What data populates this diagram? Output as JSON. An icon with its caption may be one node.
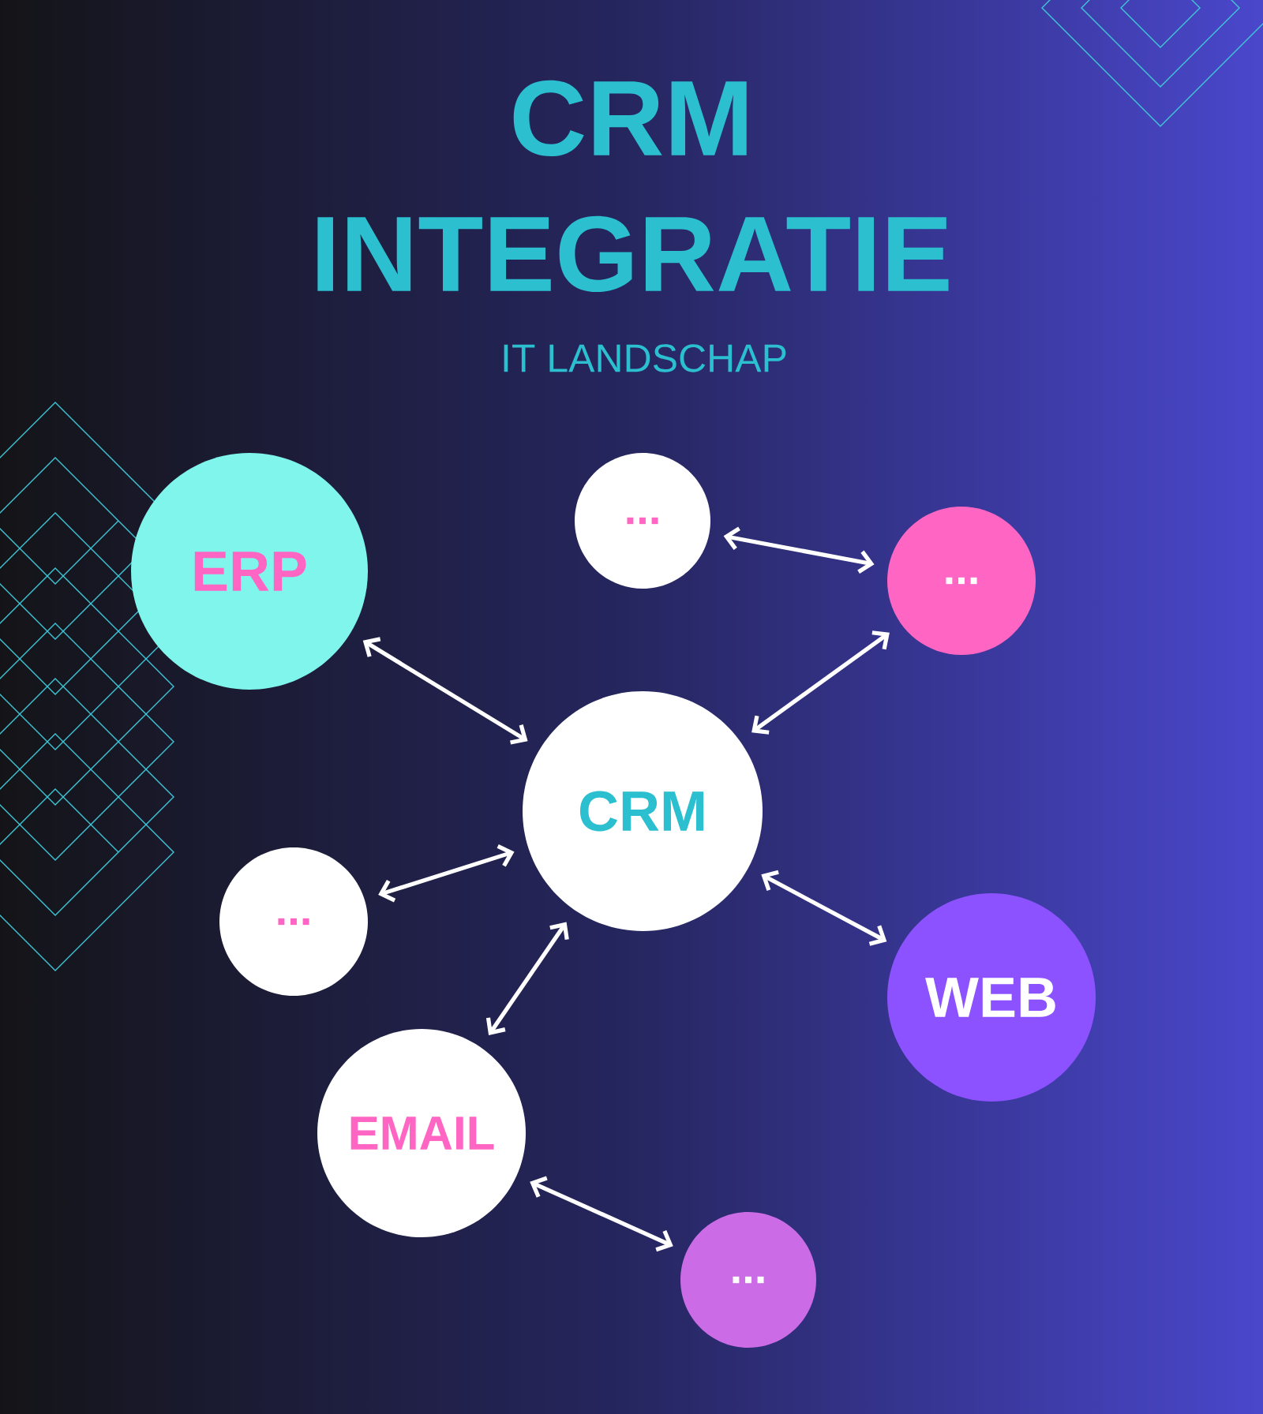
{
  "diagram": {
    "title": "CRM INTEGRATIE",
    "nodes": [
      {
        "text": [
          "ERP"
        ]
      },
      {
        "text": [
          "..."
        ]
      },
      {
        "text": [
          "..."
        ]
      },
      {
        "text": [
          "CRM"
        ]
      },
      {
        "text": [
          "..."
        ]
      },
      {
        "text": [
          "WEB"
        ]
      },
      {
        "text": [
          "EMAIL"
        ]
      },
      {
        "text": [
          "..."
        ]
      }
    ],
    "edges": [
      {
        "from": 0,
        "to": 3,
        "arrow": "both"
      },
      {
        "from": 1,
        "to": 2,
        "arrow": "both"
      },
      {
        "from": 2,
        "to": 3,
        "arrow": "both"
      },
      {
        "from": 4,
        "to": 3,
        "arrow": "both"
      },
      {
        "from": 3,
        "to": 5,
        "arrow": "both"
      },
      {
        "from": 6,
        "to": 3,
        "arrow": "both"
      },
      {
        "from": 6,
        "to": 7,
        "arrow": "both"
      }
    ],
    "labels": [
      "IT LANDSCHAP"
    ]
  }
}
